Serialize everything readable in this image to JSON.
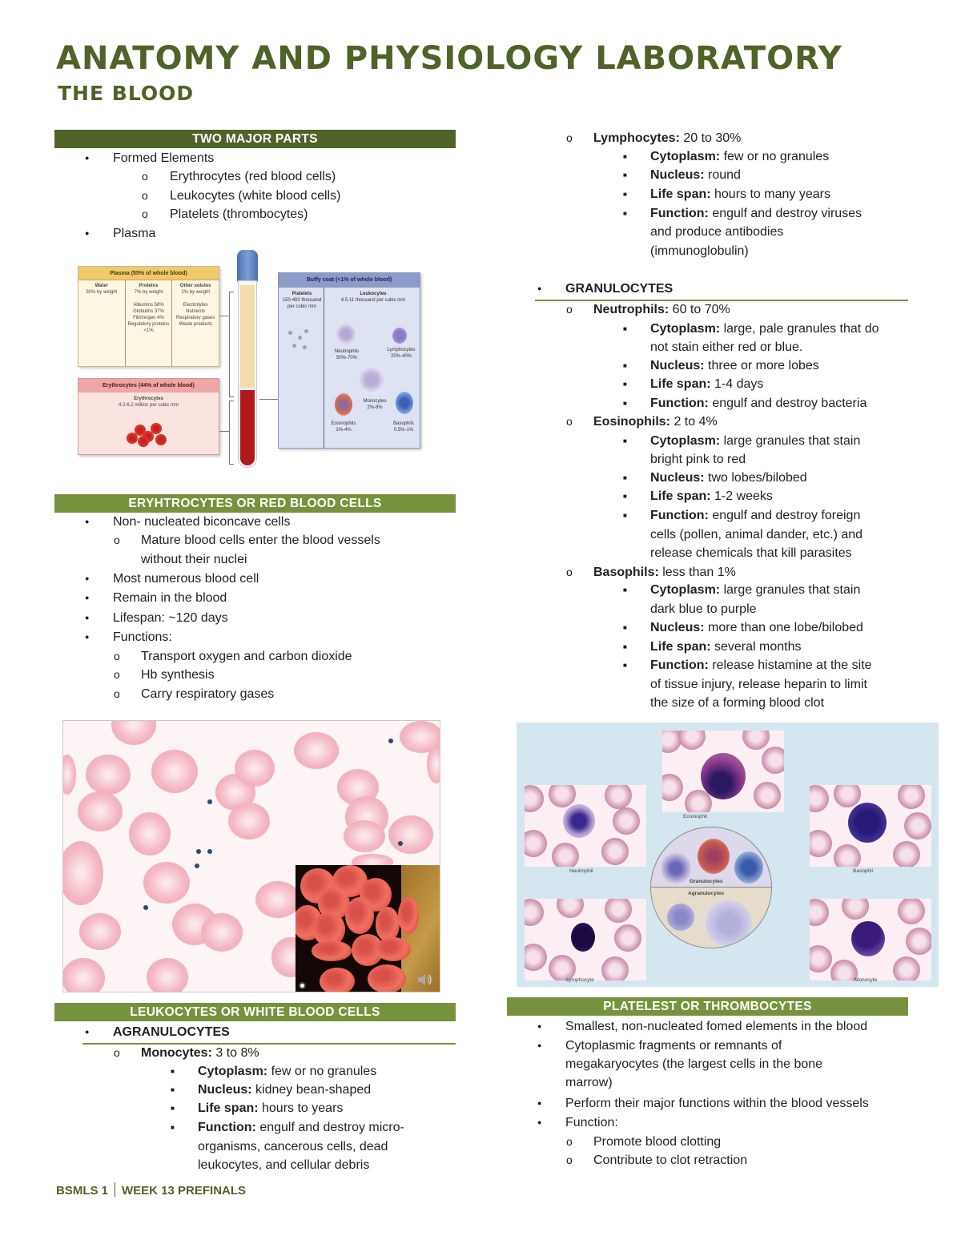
{
  "header": {
    "title": "ANATOMY AND PHYSIOLOGY LABORATORY",
    "subtitle": "THE BLOOD"
  },
  "colors": {
    "brand_dark_green": "#4f6228",
    "band_mid_green": "#76923c"
  },
  "two_major_parts": {
    "heading": "TWO MAJOR PARTS",
    "items": [
      {
        "label": "Formed Elements",
        "sub": [
          "Erythrocytes (red blood cells)",
          "Leukocytes (white blood cells)",
          "Platelets (thrombocytes)"
        ]
      },
      {
        "label": "Plasma"
      }
    ]
  },
  "figure_composition": {
    "plasma_header": "Plasma (55% of whole blood)",
    "plasma_cols": [
      {
        "title": "Water",
        "lines": [
          "92% by weight"
        ]
      },
      {
        "title": "Proteins",
        "lines": [
          "7% by weight",
          "",
          "Albumins 58%",
          "Globulins 37%",
          "Fibrinogen 4%",
          "Regulatory proteins",
          "<1%"
        ]
      },
      {
        "title": "Other solutes",
        "lines": [
          "1% by weight",
          "",
          "Electrolytes",
          "Nutrients",
          "Respiratory gases",
          "Waste products"
        ]
      }
    ],
    "erythrocytes_header": "Erythrocytes (44% of whole blood)",
    "erythrocytes_title": "Erythrocytes",
    "erythrocytes_count": "4.2-6.2 million per cubic mm",
    "buffy_header": "Buffy coat (<1% of whole blood)",
    "platelets_title": "Platelets",
    "platelets_count": "150-400 thousand per cubic mm",
    "leukocytes_title": "Leukocytes",
    "leukocytes_count": "4.5-11 thousand per cubic mm",
    "cells": [
      {
        "name": "Neutrophils",
        "pct": "50%-70%"
      },
      {
        "name": "Lymphocytes",
        "pct": "20%-40%"
      },
      {
        "name": "Monocytes",
        "pct": "2%-8%"
      },
      {
        "name": "Eosinophils",
        "pct": "1%-4%"
      },
      {
        "name": "Basophils",
        "pct": "0.5%-1%"
      }
    ]
  },
  "erythrocytes": {
    "heading": "ERYHTROCYTES OR RED BLOOD CELLS",
    "items": [
      {
        "label": "Non- nucleated biconcave cells",
        "sub": [
          "Mature blood cells enter the blood vessels without their nuclei"
        ]
      },
      {
        "label": "Most numerous blood cell"
      },
      {
        "label": "Remain in the blood"
      },
      {
        "label": "Lifespan: ~120 days"
      },
      {
        "label": "Functions:",
        "sub": [
          "Transport oxygen and carbon dioxide",
          "Hb synthesis",
          "Carry respiratory gases"
        ]
      }
    ]
  },
  "leukocytes": {
    "heading": "LEUKOCYTES OR WHITE BLOOD CELLS",
    "agranulocytes": {
      "label": "AGRANULOCYTES",
      "monocytes": {
        "name": "Monocytes:",
        "pct": " 3 to 8%",
        "cytoplasm_k": "Cytoplasm:",
        "cytoplasm_v": " few or no granules",
        "nucleus_k": "Nucleus:",
        "nucleus_v": " kidney bean-shaped",
        "lifespan_k": "Life span:",
        "lifespan_v": " hours to years",
        "function_k": "Function:",
        "function_v1": " engulf and destroy micro-",
        "function_v2": "organisms, cancerous cells, dead",
        "function_v3": "leukocytes, and cellular debris"
      },
      "lymphocytes": {
        "name": "Lymphocytes:",
        "pct": " 20 to 30%",
        "cytoplasm_k": "Cytoplasm:",
        "cytoplasm_v": " few or no granules",
        "nucleus_k": "Nucleus:",
        "nucleus_v": " round",
        "lifespan_k": "Life span:",
        "lifespan_v": " hours to many years",
        "function_k": "Function:",
        "function_v1": " engulf and destroy viruses",
        "function_v2": "and produce antibodies",
        "function_v3": "(immunoglobulin)"
      }
    },
    "granulocytes": {
      "label": "GRANULOCYTES",
      "neutrophils": {
        "name": "Neutrophils:",
        "pct": " 60 to 70%",
        "cytoplasm_k": "Cytoplasm:",
        "cytoplasm_v1": " large, pale granules that do",
        "cytoplasm_v2": "not stain either red or blue.",
        "nucleus_k": "Nucleus:",
        "nucleus_v": " three or more lobes",
        "lifespan_k": "Life span:",
        "lifespan_v": " 1-4 days",
        "function_k": "Function:",
        "function_v": " engulf and destroy bacteria"
      },
      "eosinophils": {
        "name": "Eosinophils:",
        "pct": " 2 to 4%",
        "cytoplasm_k": "Cytoplasm:",
        "cytoplasm_v1": " large granules that stain",
        "cytoplasm_v2": "bright pink to red",
        "nucleus_k": "Nucleus:",
        "nucleus_v": " two lobes/bilobed",
        "lifespan_k": "Life span:",
        "lifespan_v": " 1-2 weeks",
        "function_k": "Function:",
        "function_v1": " engulf and destroy foreign",
        "function_v2": "cells (pollen, animal dander, etc.) and",
        "function_v3": "release chemicals that kill parasites"
      },
      "basophils": {
        "name": "Basophils:",
        "pct": " less than 1%",
        "cytoplasm_k": "Cytoplasm:",
        "cytoplasm_v1": " large granules that stain",
        "cytoplasm_v2": "dark blue to purple",
        "nucleus_k": "Nucleus:",
        "nucleus_v": " more than one lobe/bilobed",
        "lifespan_k": "Life span:",
        "lifespan_v": " several months",
        "function_k": "Function:",
        "function_v1": " release histamine at the site",
        "function_v2": "of tissue injury, release heparin to limit",
        "function_v3": "the size of a forming blood clot"
      }
    }
  },
  "figure_wbc": {
    "labels": [
      "Eosinophil",
      "Neutrophil",
      "Basophil",
      "Lymphocyte",
      "Monocyte",
      "Granulocytes",
      "Agranulocytes"
    ]
  },
  "platelets": {
    "heading": "PLATELEST OR THROMBOCYTES",
    "items": [
      {
        "label": "Smallest, non-nucleated fomed elements in the blood"
      },
      {
        "label1": "Cytoplasmic fragments or remnants of",
        "label2": "megakaryocytes (the largest cells in the bone",
        "label3": "marrow)"
      },
      {
        "label": "Perform their major functions within the blood vessels"
      },
      {
        "label": "Function:",
        "sub": [
          "Promote blood clotting",
          "Contribute to clot retraction"
        ]
      }
    ]
  },
  "footer": {
    "course": "BSMLS 1",
    "week": "WEEK 13 PREFINALS"
  }
}
